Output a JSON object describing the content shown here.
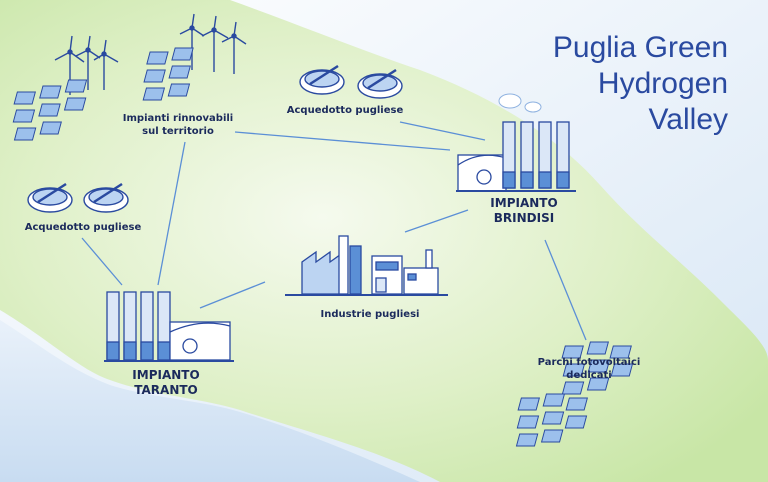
{
  "title": {
    "line1": "Puglia Green",
    "line2": "Hydrogen",
    "line3": "Valley"
  },
  "labels": {
    "renewables_line1": "Impianti rinnovabili",
    "renewables_line2": "sul territorio",
    "aqueduct_top": "Acquedotto pugliese",
    "aqueduct_left": "Acquedotto pugliese",
    "industries": "Industrie pugliesi",
    "solar_line1": "Parchi fotovoltaici",
    "solar_line2": "dedicati"
  },
  "plants": {
    "brindisi_line1": "IMPIANTO",
    "brindisi_line2": "BRINDISI",
    "taranto_line1": "IMPIANTO",
    "taranto_line2": "TARANTO"
  },
  "colors": {
    "land": "#d9efc0",
    "sea": "#dfeaf6",
    "accent": "#2a4aa0",
    "line": "#5b8fd6"
  }
}
